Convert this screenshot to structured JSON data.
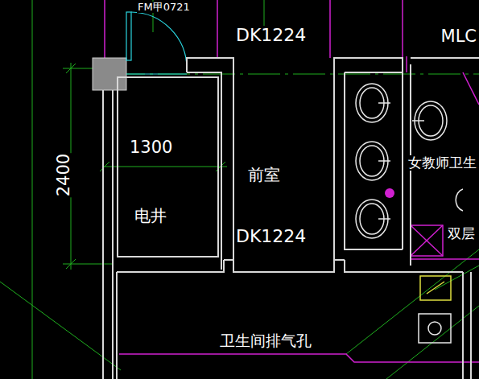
{
  "diagram": {
    "nodes": [
      {
        "text": [
          "电井"
        ]
      },
      {
        "text": [
          "前室"
        ]
      }
    ],
    "labels": [
      "FM甲0721",
      "DK1224",
      "MLC",
      "2400",
      "1300",
      "DK1224",
      "女教师卫生",
      "双层",
      "卫生间排气孔"
    ]
  }
}
